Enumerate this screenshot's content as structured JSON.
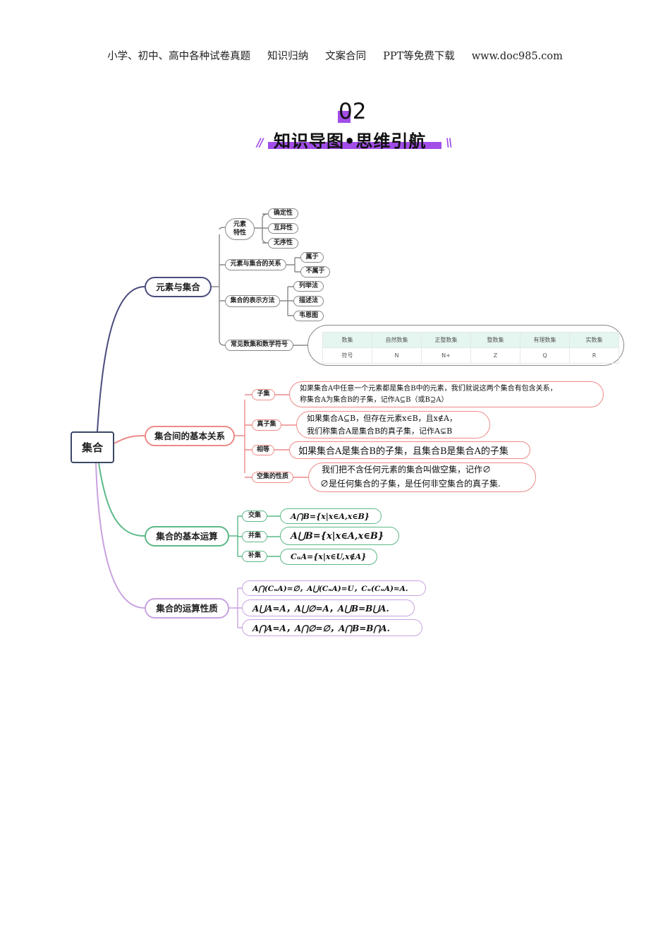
{
  "header": {
    "items": [
      "小学、初中、高中各种试卷真题",
      "知识归纳",
      "文案合同",
      "PPT等免费下载",
      "www.doc985.com"
    ]
  },
  "section": {
    "number": "02",
    "title": "知识导图•思维引航",
    "deco_left": "//",
    "deco_right": "\\\\"
  },
  "colors": {
    "accent": "#a24de8",
    "branch1": "#4a4b7c",
    "branch2": "#ec8a88",
    "branch3": "#5cb887",
    "branch4": "#c9a2e0"
  },
  "root": "集合",
  "branch1": {
    "label": "元素与集合",
    "traits": {
      "label": "元素\n特性",
      "items": [
        "确定性",
        "互异性",
        "无序性"
      ]
    },
    "relation": {
      "label": "元素与集合的关系",
      "items": [
        "属于",
        "不属于"
      ]
    },
    "methods": {
      "label": "集合的表示方法",
      "items": [
        "列举法",
        "描述法",
        "韦恩图"
      ]
    },
    "numbersets": {
      "label": "常见数集和数学符号",
      "header": [
        "数集",
        "自然数集",
        "正整数集",
        "整数集",
        "有理数集",
        "实数集"
      ],
      "row": [
        "符号",
        "N",
        "N+",
        "Z",
        "Q",
        "R"
      ]
    }
  },
  "branch2": {
    "label": "集合间的基本关系",
    "items": [
      {
        "label": "子集",
        "text1": "如果集合A中任意一个元素都是集合B中的元素，我们就说这两个集合有包含关系，",
        "text2": "称集合A为集合B的子集，记作A⊆B（或B⊇A）"
      },
      {
        "label": "真子集",
        "text1": "如果集合A⊆B，但存在元素x∈B，且x∉A，",
        "text2": "我们称集合A是集合B的真子集，记作A⊊B"
      },
      {
        "label": "相等",
        "text1": "如果集合A是集合B的子集，且集合B是集合A的子集"
      },
      {
        "label": "空集的性质",
        "text1": "我们把不含任何元素的集合叫做空集，记作∅",
        "text2": "∅是任何集合的子集，是任何非空集合的真子集."
      }
    ]
  },
  "branch3": {
    "label": "集合的基本运算",
    "items": [
      {
        "label": "交集",
        "formula": "A⋂B={x|x∈A,x∈B}"
      },
      {
        "label": "并集",
        "formula": "A⋃B={x|x∈A,x∈B}"
      },
      {
        "label": "补集",
        "formula": "CᵤA={x|x∈U,x∉A}"
      }
    ]
  },
  "branch4": {
    "label": "集合的运算性质",
    "items": [
      "A⋂(CᵤA)=∅，A⋃(CᵤA)=U，Cᵤ(CᵤA)=A.",
      "A⋃A=A，A⋃∅=A，A⋃B=B⋃A.",
      "A⋂A=A，A⋂∅=∅，A⋂B=B⋂A."
    ]
  }
}
